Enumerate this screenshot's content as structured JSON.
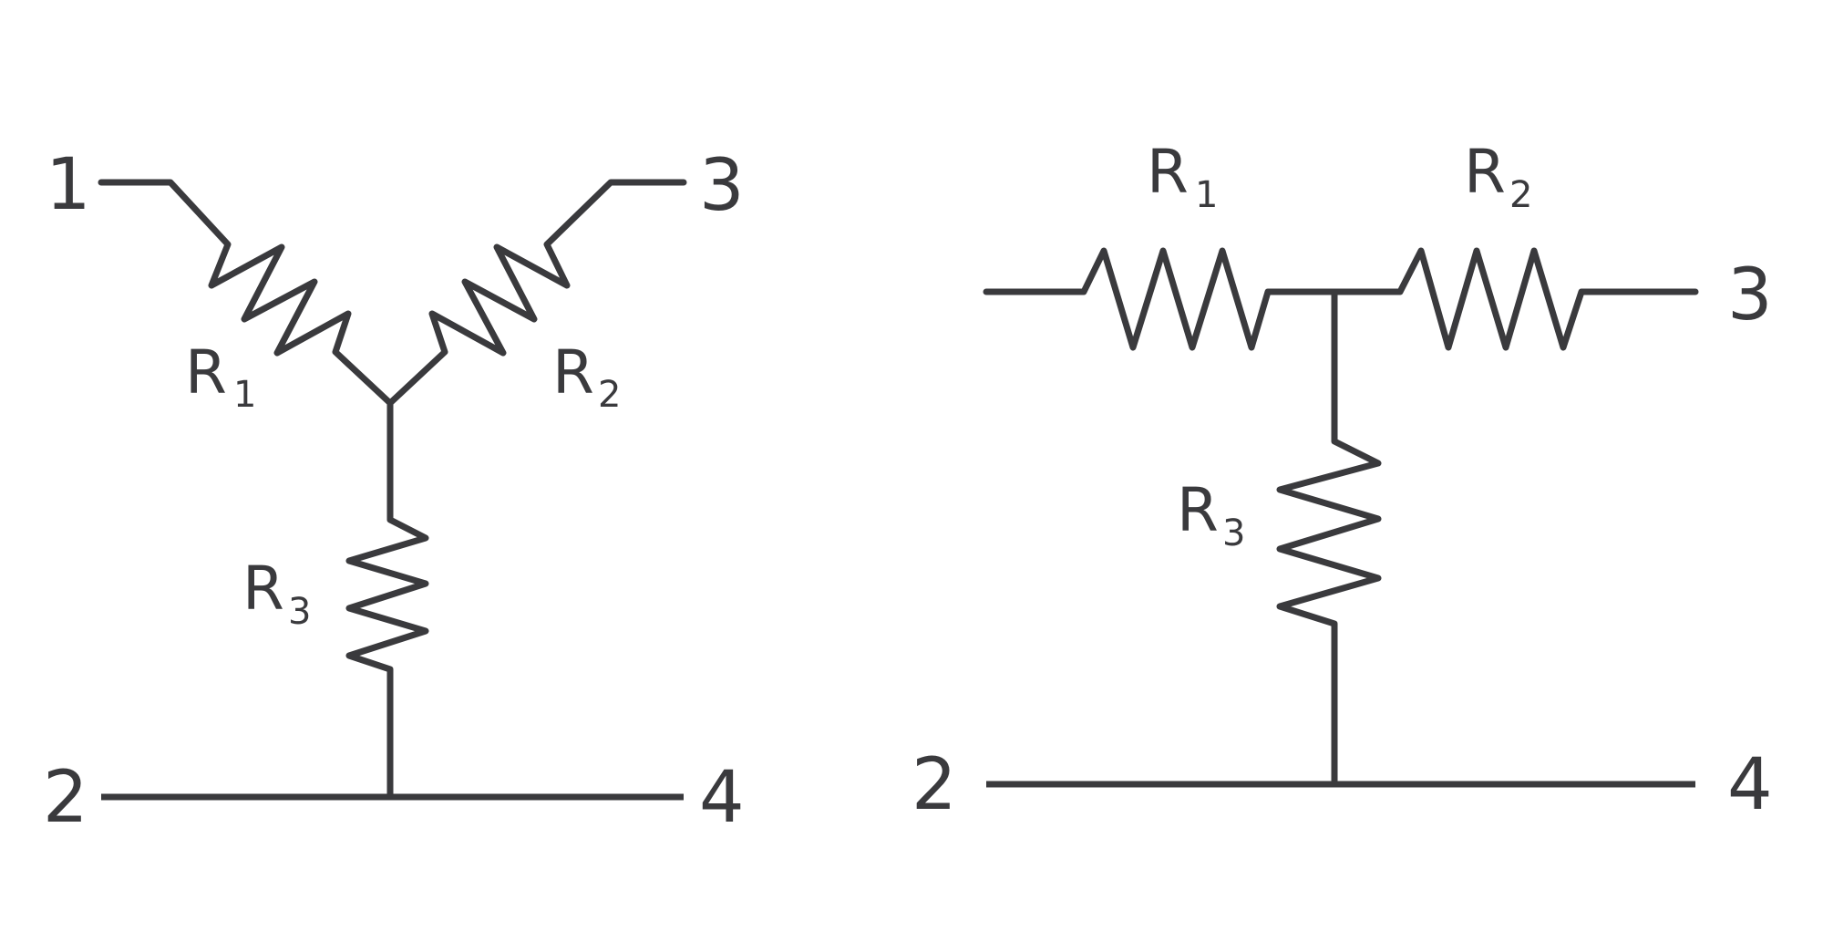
{
  "star_network": {
    "terminals": {
      "t1": "1",
      "t2": "2",
      "t3": "3",
      "t4": "4"
    },
    "resistors": {
      "r1": {
        "symbol": "R",
        "sub": "1"
      },
      "r2": {
        "symbol": "R",
        "sub": "2"
      },
      "r3": {
        "symbol": "R",
        "sub": "3"
      }
    }
  },
  "tee_network": {
    "terminals": {
      "t2": "2",
      "t3": "3",
      "t4": "4"
    },
    "resistors": {
      "r1": {
        "symbol": "R",
        "sub": "1"
      },
      "r2": {
        "symbol": "R",
        "sub": "2"
      },
      "r3": {
        "symbol": "R",
        "sub": "3"
      }
    }
  },
  "colors": {
    "stroke": "#3a3a3d",
    "background": "#ffffff"
  }
}
